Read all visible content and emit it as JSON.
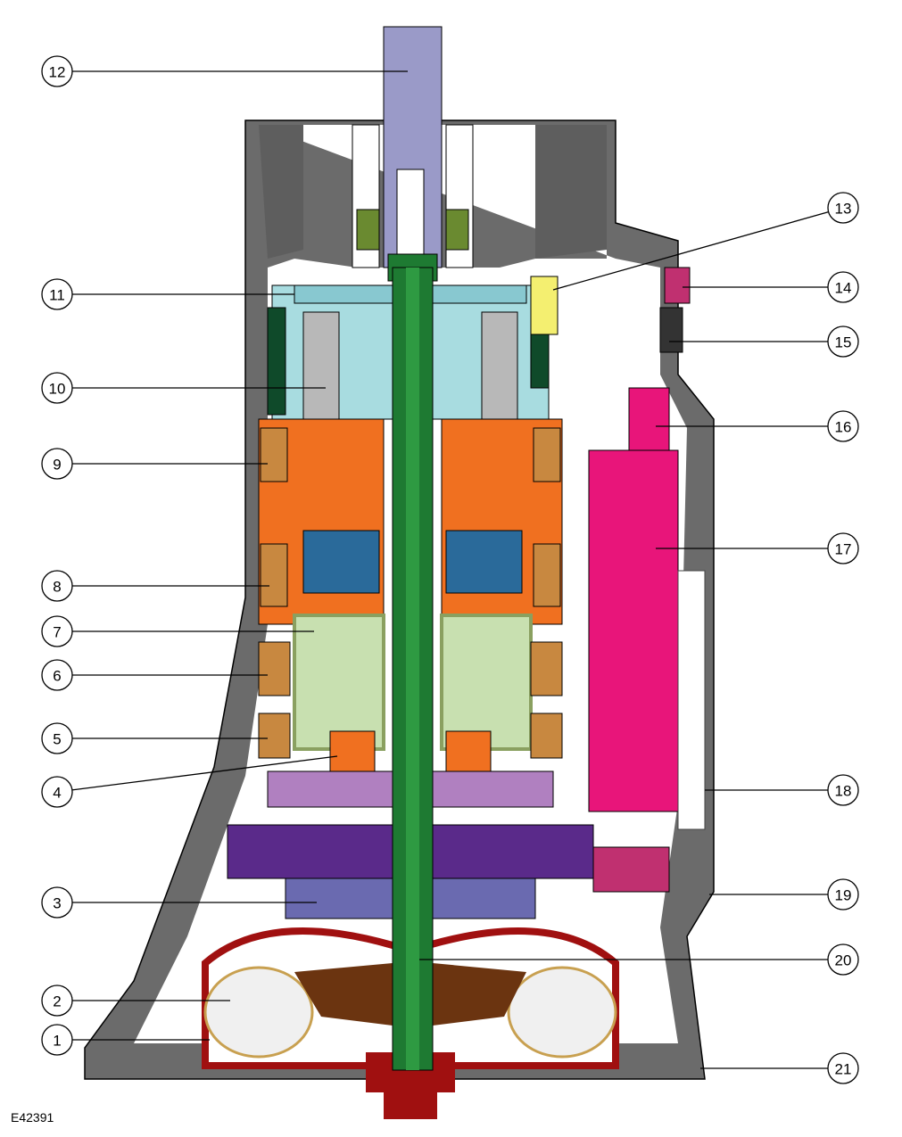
{
  "figure_id": "E42391",
  "callouts": [
    {
      "n": "1"
    },
    {
      "n": "2"
    },
    {
      "n": "3"
    },
    {
      "n": "4"
    },
    {
      "n": "5"
    },
    {
      "n": "6"
    },
    {
      "n": "7"
    },
    {
      "n": "8"
    },
    {
      "n": "9"
    },
    {
      "n": "10"
    },
    {
      "n": "11"
    },
    {
      "n": "12"
    },
    {
      "n": "13"
    },
    {
      "n": "14"
    },
    {
      "n": "15"
    },
    {
      "n": "16"
    },
    {
      "n": "17"
    },
    {
      "n": "18"
    },
    {
      "n": "19"
    },
    {
      "n": "20"
    },
    {
      "n": "21"
    }
  ],
  "colors": {
    "housing": "#6b6b6b",
    "output_shaft": "#9a9ac8",
    "main_shaft": "#1e7a32",
    "clutch_orange": "#f07020",
    "clutch_blue": "#2a6a9a",
    "clutch_green": "#8aa060",
    "planet_cyan": "#a8dce0",
    "valve_body": "#e8157a",
    "pump_purple": "#5a2a8a",
    "converter_red": "#a01010",
    "turbine_brown": "#6b3410"
  }
}
